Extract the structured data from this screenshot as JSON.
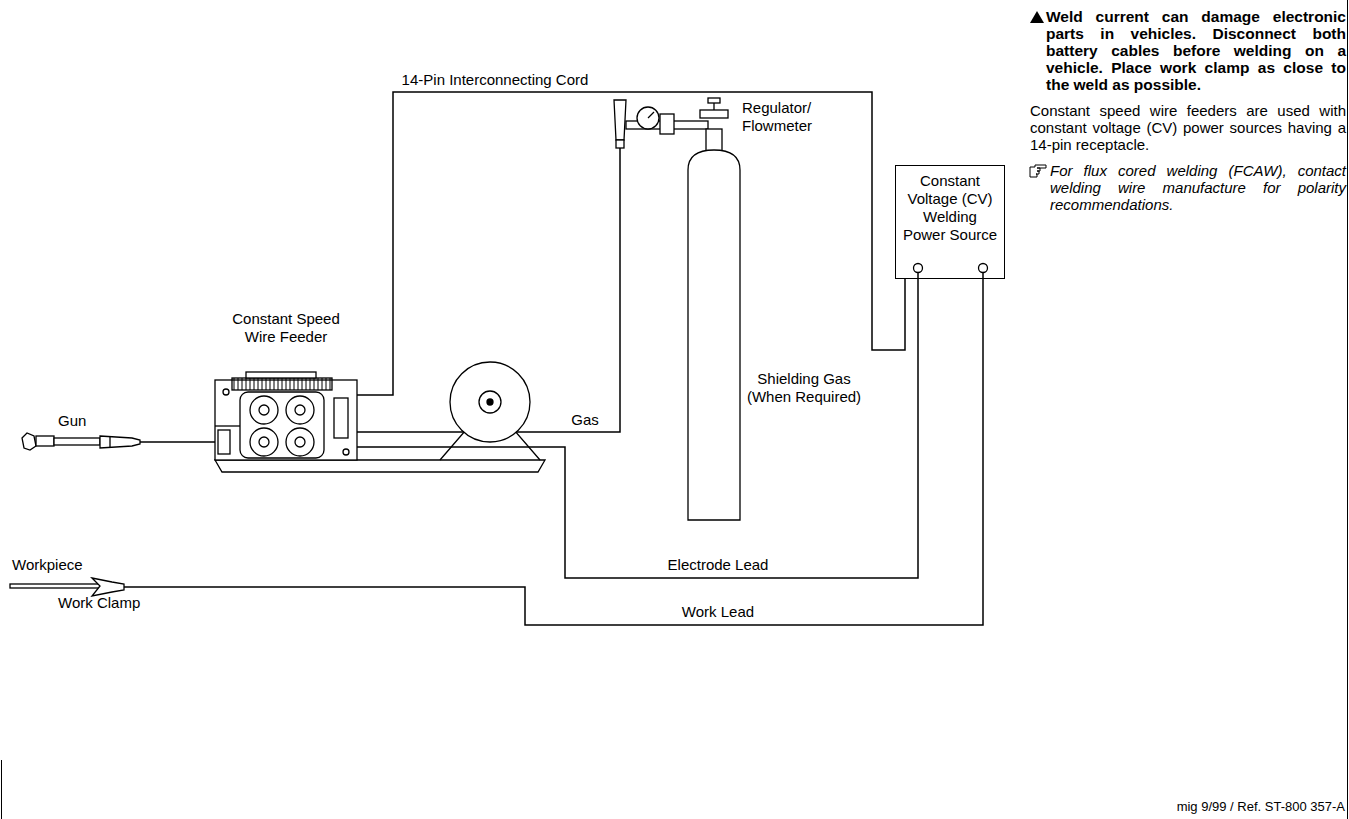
{
  "diagram": {
    "nodes": [
      {
        "text": [
          "Gun"
        ]
      },
      {
        "text": [
          "Constant Speed Wire Feeder"
        ]
      },
      {
        "text": [
          "Regulator/ Flowmeter"
        ]
      },
      {
        "text": [
          "Shielding Gas (When Required)"
        ]
      },
      {
        "text": [
          "Constant Voltage (CV) Welding Power Source"
        ]
      },
      {
        "text": [
          "Workpiece",
          "Work Clamp"
        ]
      }
    ],
    "edges": [
      {
        "from": 1,
        "to": 4,
        "label": "14-Pin Interconnecting Cord",
        "arrow": "none"
      },
      {
        "from": 2,
        "to": 1,
        "label": "Gas",
        "arrow": "none"
      },
      {
        "from": 1,
        "to": 4,
        "label": "Electrode Lead",
        "arrow": "none"
      },
      {
        "from": 5,
        "to": 4,
        "label": "Work Lead",
        "arrow": "none"
      },
      {
        "from": 0,
        "to": 1,
        "arrow": "none"
      }
    ],
    "labels": [
      "Weld current can damage electronic parts in vehicles. Disconnect both battery cables before welding on a vehicle. Place work clamp as close to the weld as possible.",
      "Constant speed wire feeders are used with constant voltage (CV) power sources having a 14-pin receptacle.",
      "For flux cored welding (FCAW), contact welding wire manufacture for polarity recommendations.",
      "mig 9/99 / Ref. ST-800 357-A"
    ]
  }
}
